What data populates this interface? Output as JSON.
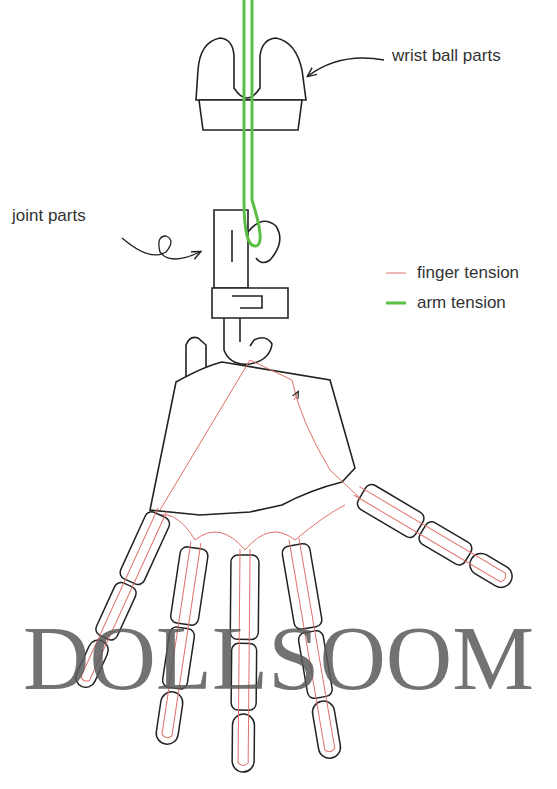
{
  "diagram": {
    "labels": [
      "wrist ball parts",
      "joint parts",
      "DOLLSOOM"
    ],
    "legend": [
      {
        "text": "finger tension"
      },
      {
        "text": "arm tension"
      }
    ]
  }
}
